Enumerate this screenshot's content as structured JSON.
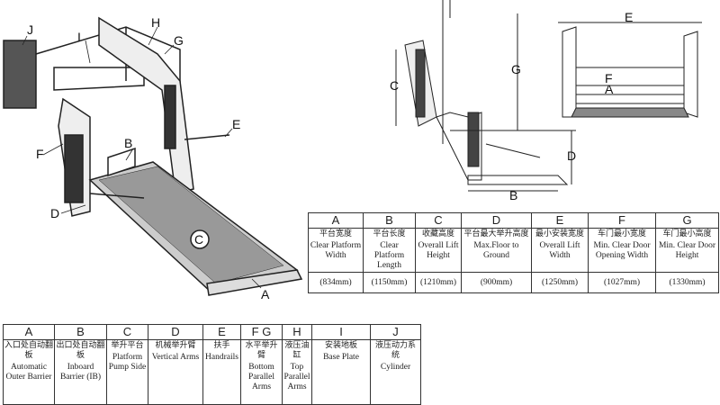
{
  "diagram_labels": {
    "left": [
      "J",
      "I",
      "H",
      "G",
      "E",
      "B",
      "F",
      "D",
      "C",
      "A"
    ],
    "side": [
      "C",
      "G",
      "D",
      "B"
    ],
    "front": [
      "E",
      "F",
      "A"
    ]
  },
  "spec_table": {
    "columns": [
      {
        "letter": "A",
        "zh": "平台宽度",
        "en": "Clear Platform Width",
        "value": "(834mm)"
      },
      {
        "letter": "B",
        "zh": "平台长度",
        "en": "Clear Platform Length",
        "value": "(1150mm)"
      },
      {
        "letter": "C",
        "zh": "收藏高度",
        "en": "Overall Lift Height",
        "value": "(1210mm)"
      },
      {
        "letter": "D",
        "zh": "平台最大举升高度",
        "en": "Max.Floor to Ground",
        "value": "(900mm)"
      },
      {
        "letter": "E",
        "zh": "最小安装宽度",
        "en": "Overall Lift Width",
        "value": "(1250mm)"
      },
      {
        "letter": "F",
        "zh": "车门最小宽度",
        "en": "Min. Clear Door Opening Width",
        "value": "(1027mm)"
      },
      {
        "letter": "G",
        "zh": "车门最小高度",
        "en": "Min. Clear Door Height",
        "value": "(1330mm)"
      }
    ]
  },
  "parts_table": {
    "columns": [
      {
        "letter": "A",
        "zh": "入口处自动翻板",
        "en": "Automatic Outer Barrier"
      },
      {
        "letter": "B",
        "zh": "出口处自动翻板",
        "en": "Inboard Barrier (IB)"
      },
      {
        "letter": "C",
        "zh": "举升平台",
        "en": "Platform Pump Side"
      },
      {
        "letter": "D",
        "zh": "机械举升臂",
        "en": "Vertical Arms"
      },
      {
        "letter": "E",
        "zh": "扶手",
        "en": "Handrails"
      },
      {
        "letter": "F G",
        "zh": "水平举升臂",
        "en": "Bottom Parallel Arms"
      },
      {
        "letter": "H",
        "zh": "液压油缸",
        "en": "Top Parallel Arms"
      },
      {
        "letter": "I",
        "zh": "安装地板",
        "en": "Base Plate"
      },
      {
        "letter": "J",
        "zh": "液压动力系统",
        "en": "Cylinder"
      }
    ]
  }
}
